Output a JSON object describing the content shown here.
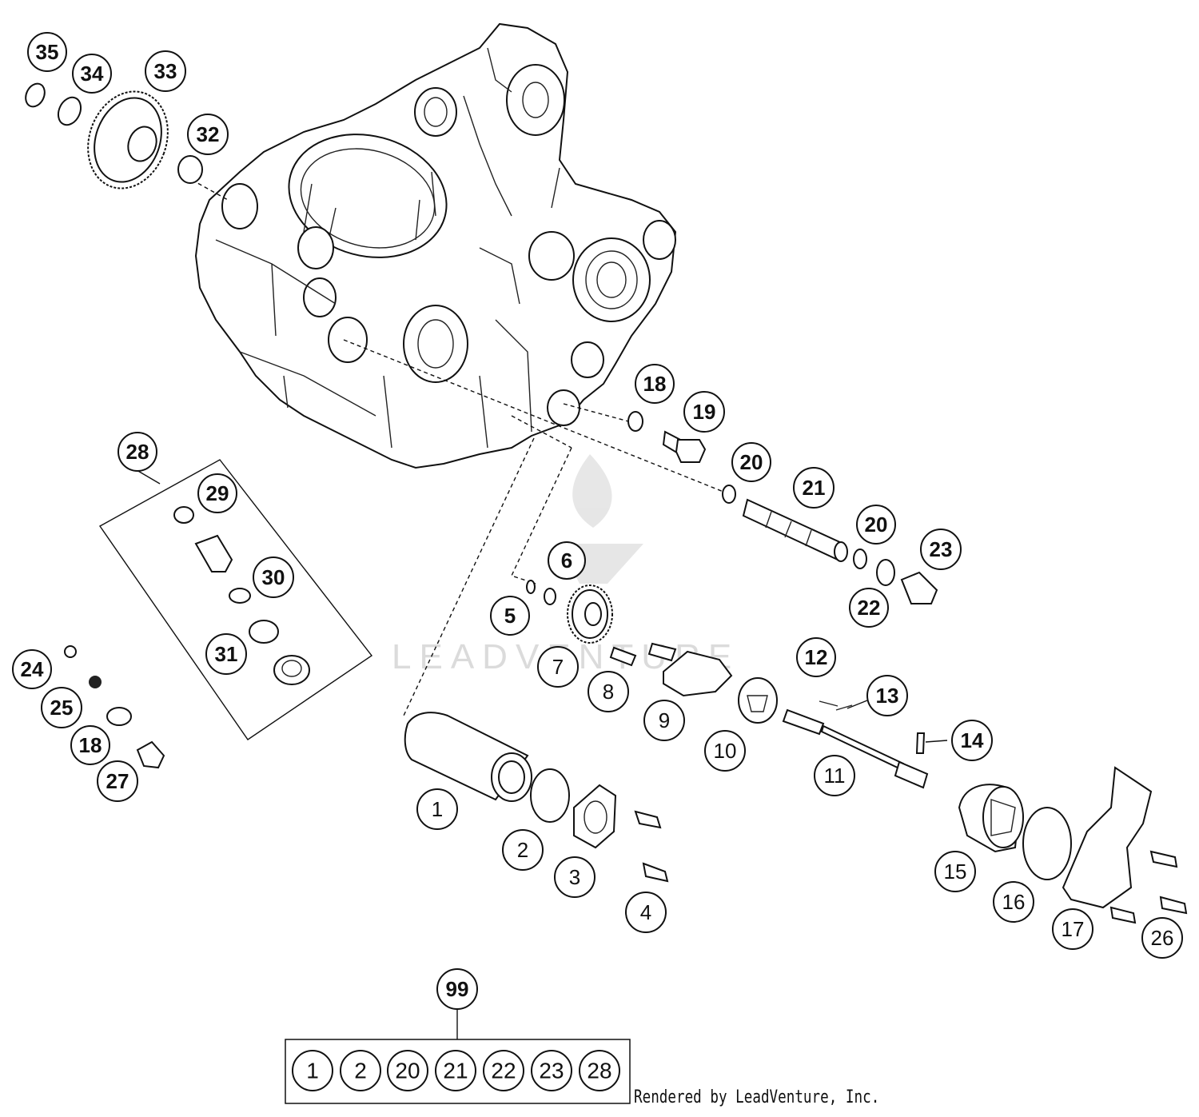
{
  "diagram": {
    "type": "exploded-parts-diagram",
    "watermark_text": "LEADVENTURE",
    "credit": "Rendered by LeadVenture, Inc.",
    "callouts_bold": [
      "35",
      "34",
      "33",
      "32",
      "28",
      "29",
      "30",
      "31",
      "24",
      "25",
      "18",
      "27",
      "18",
      "19",
      "20",
      "21",
      "20",
      "22",
      "23",
      "6",
      "5",
      "12",
      "13",
      "14"
    ],
    "callouts_plain": [
      "1",
      "2",
      "3",
      "4",
      "7",
      "8",
      "9",
      "10",
      "11",
      "15",
      "16",
      "17",
      "26"
    ],
    "kit": {
      "label": "99",
      "items": [
        "1",
        "2",
        "20",
        "21",
        "22",
        "23",
        "28"
      ]
    }
  }
}
